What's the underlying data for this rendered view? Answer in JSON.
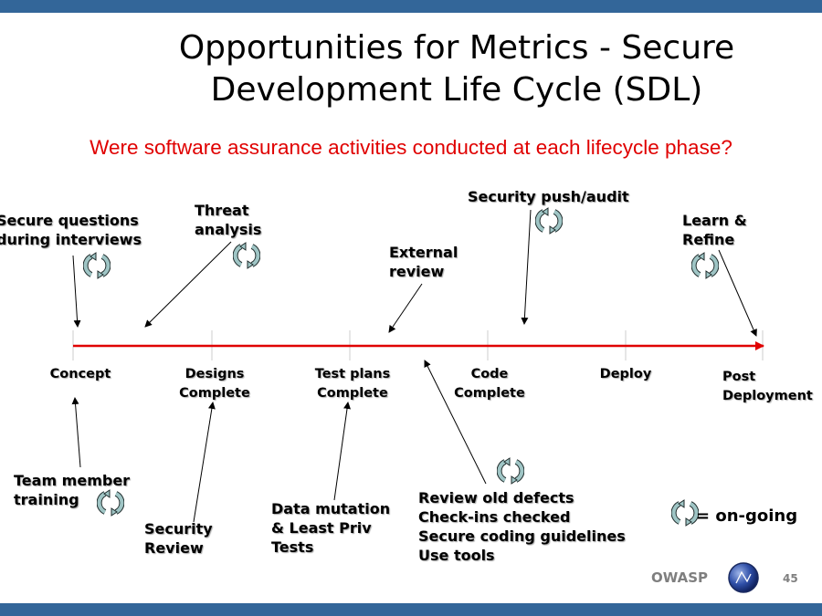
{
  "colors": {
    "brand": "#336699",
    "timeline": "#e00000",
    "subtitle": "#e00000",
    "icon_fill": "#9fc5c5"
  },
  "title": "Opportunities for Metrics - Secure Development Life Cycle  (SDL)",
  "title_line1": "Opportunities for Metrics - Secure",
  "title_line2": "Development Life Cycle  (SDL)",
  "subtitle": "Were software assurance activities conducted at each lifecycle phase?",
  "phases": [
    {
      "line1": "Concept",
      "line2": ""
    },
    {
      "line1": "Designs",
      "line2": "Complete"
    },
    {
      "line1": "Test plans",
      "line2": "Complete"
    },
    {
      "line1": "Code",
      "line2": "Complete"
    },
    {
      "line1": "Deploy",
      "line2": ""
    },
    {
      "line1": "Post",
      "line2": "Deployment"
    }
  ],
  "activities_top": {
    "secure_questions": {
      "line1": "Secure questions",
      "line2": "during interviews"
    },
    "threat_analysis": {
      "line1": "Threat",
      "line2": "analysis"
    },
    "external_review": {
      "line1": "External",
      "line2": "review"
    },
    "security_push": {
      "line1": "Security push/audit"
    },
    "learn_refine": {
      "line1": "Learn &",
      "line2": "Refine"
    }
  },
  "activities_bottom": {
    "team_training": {
      "line1": "Team member",
      "line2": "training"
    },
    "security_review": {
      "line1": "Security",
      "line2": "Review"
    },
    "data_mutation": {
      "line1": "Data mutation",
      "line2": "& Least Priv",
      "line3": "Tests"
    },
    "review_defects": {
      "line1": "Review old defects",
      "line2": "Check-ins checked",
      "line3": "Secure coding guidelines",
      "line4": "Use tools"
    }
  },
  "legend": {
    "text": "= on-going",
    "icon": "cycle-icon"
  },
  "footer": {
    "brand": "OWASP",
    "page_number": "45",
    "logo_icon": "owasp-logo-icon"
  }
}
